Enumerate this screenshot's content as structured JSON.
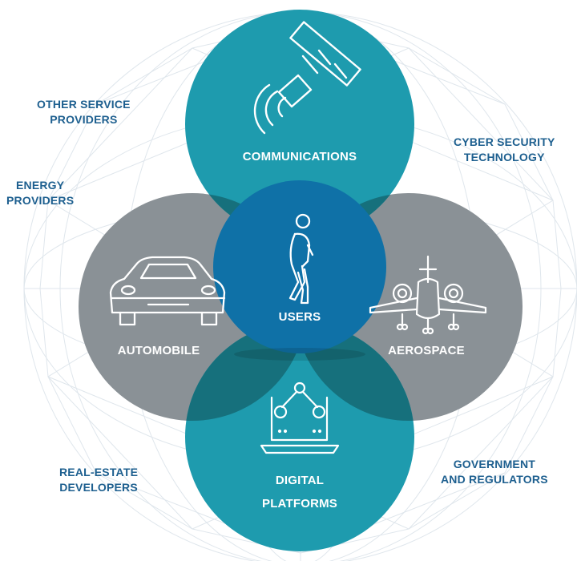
{
  "circles": {
    "communications": "COMMUNICATIONS",
    "automobile": "AUTOMOBILE",
    "users": "USERS",
    "aerospace": "AEROSPACE",
    "digital_platforms": [
      "DIGITAL",
      "PLATFORMS"
    ]
  },
  "stakeholders": {
    "other_service_providers": [
      "OTHER SERVICE",
      "PROVIDERS"
    ],
    "energy_providers": [
      "ENERGY",
      "PROVIDERS"
    ],
    "cyber_security_technology": [
      "CYBER SECURITY",
      "TECHNOLOGY"
    ],
    "real_estate_developers": [
      "REAL-ESTATE",
      "DEVELOPERS"
    ],
    "government_and_regulators": [
      "GOVERNMENT",
      "AND REGULATORS"
    ]
  },
  "icons": {
    "communications": "satellite-icon",
    "automobile": "car-icon",
    "users": "walking-person-icon",
    "aerospace": "airplane-icon",
    "digital_platforms": "laptop-network-icon"
  },
  "colors": {
    "teal": "#1e9bae",
    "gray": "#8a9196",
    "blue": "#0f71a7",
    "text_blue": "#1d5f8f",
    "globe_lines": "#dfe6ec"
  }
}
